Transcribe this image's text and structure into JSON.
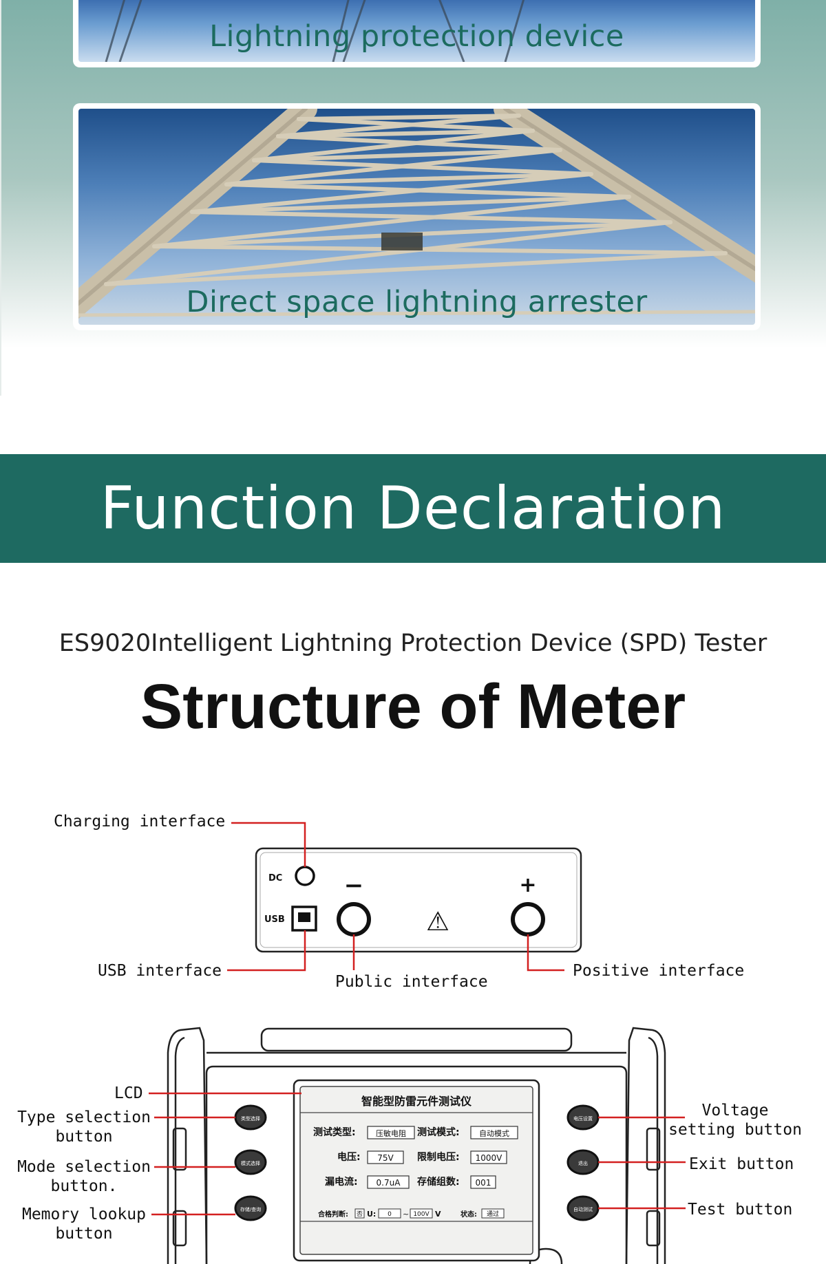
{
  "photos": [
    {
      "caption": "Lightning protection device"
    },
    {
      "caption": "Direct space lightning arrester"
    }
  ],
  "banner": {
    "title": "Function Declaration"
  },
  "subtitle": "ES9020Intelligent Lightning Protection Device (SPD) Tester",
  "main_title": "Structure of Meter",
  "panel": {
    "port_dc": "DC",
    "port_usb": "USB",
    "minus_sign": "−",
    "plus_sign": "+",
    "warning_glyph": "⚠"
  },
  "labels": {
    "charging": "Charging interface",
    "usb": "USB interface",
    "public": "Public interface",
    "positive": "Positive interface",
    "lcd": "LCD",
    "type_sel_1": "Type selection",
    "type_sel_2": "button",
    "mode_sel_1": "Mode selection",
    "mode_sel_2": "button.",
    "memory_1": "Memory lookup",
    "memory_2": "button",
    "voltage_1": "Voltage",
    "voltage_2": "setting button",
    "exit": "Exit button",
    "test": "Test button"
  },
  "lcd": {
    "title": "智能型防雷元件测试仪",
    "row1_label_a": "测试类型:",
    "row1_value_a": "压敏电阻",
    "row1_label_b": "测试模式:",
    "row1_value_b": "自动模式",
    "row2_label_a": "电压:",
    "row2_value_a": "75V",
    "row2_label_b": "限制电压:",
    "row2_value_b": "1000V",
    "row3_label_a": "漏电流:",
    "row3_value_a": "0.7uA",
    "row3_label_b": "存储组数:",
    "row3_value_b": "001",
    "row4_label_a": "合格判断:",
    "row4_check": "否",
    "row4_u": "U:",
    "row4_v1": "0",
    "row4_tilde": "~",
    "row4_v2": "100V",
    "row4_unit": "V",
    "row4_label_b": "状态:",
    "row4_state": "通过"
  },
  "buttons": {
    "type": "类型选择",
    "mode": "模式选择",
    "memory": "存储/查询",
    "voltage": "电压设置",
    "exit": "退出",
    "test": "自动测试"
  },
  "colors": {
    "teal": "#1e6a61",
    "caption": "#1c6b5f",
    "leader": "#d32020"
  }
}
